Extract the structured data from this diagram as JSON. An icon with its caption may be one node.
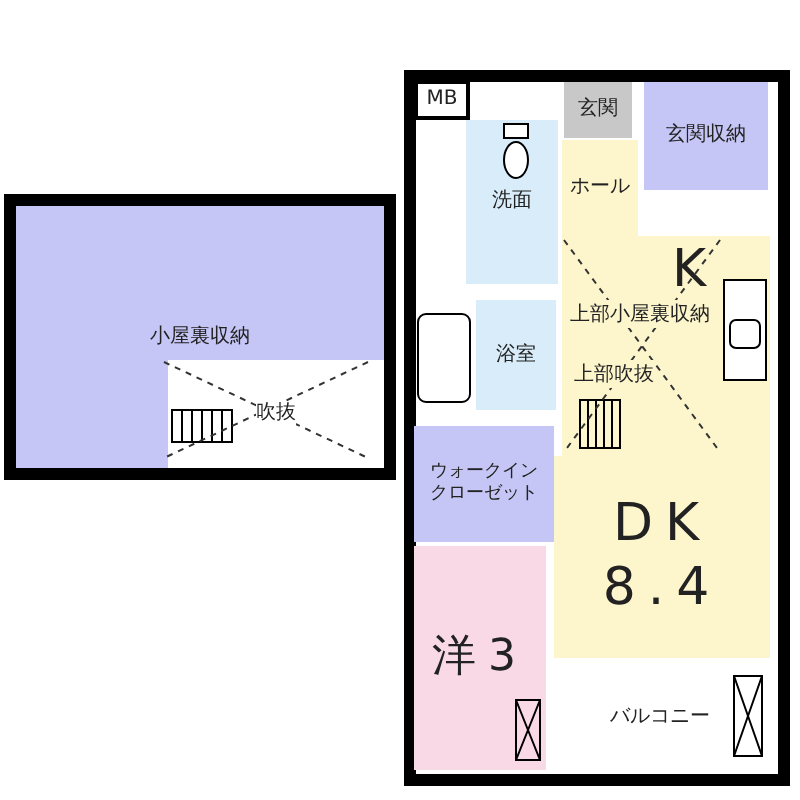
{
  "diagram": {
    "nodes": [
      {
        "text": [
          "小屋裏収納"
        ]
      },
      {
        "text": [
          "吹抜"
        ],
        "in": 0
      },
      {
        "text": [
          "MB"
        ]
      },
      {
        "text": [
          "玄関"
        ]
      },
      {
        "text": [
          "玄関収納"
        ]
      },
      {
        "text": [
          "洗面"
        ]
      },
      {
        "text": [
          "ホール"
        ]
      },
      {
        "text": [
          "K"
        ]
      },
      {
        "text": [
          "浴室"
        ]
      },
      {
        "text": [
          "ウォークインクローゼット"
        ]
      },
      {
        "text": [
          "DK",
          "8.4"
        ]
      },
      {
        "text": [
          "洋3"
        ]
      },
      {
        "text": [
          "バルコニー"
        ]
      }
    ],
    "labels": [
      "上部小屋裏収納",
      "上部吹抜"
    ]
  }
}
